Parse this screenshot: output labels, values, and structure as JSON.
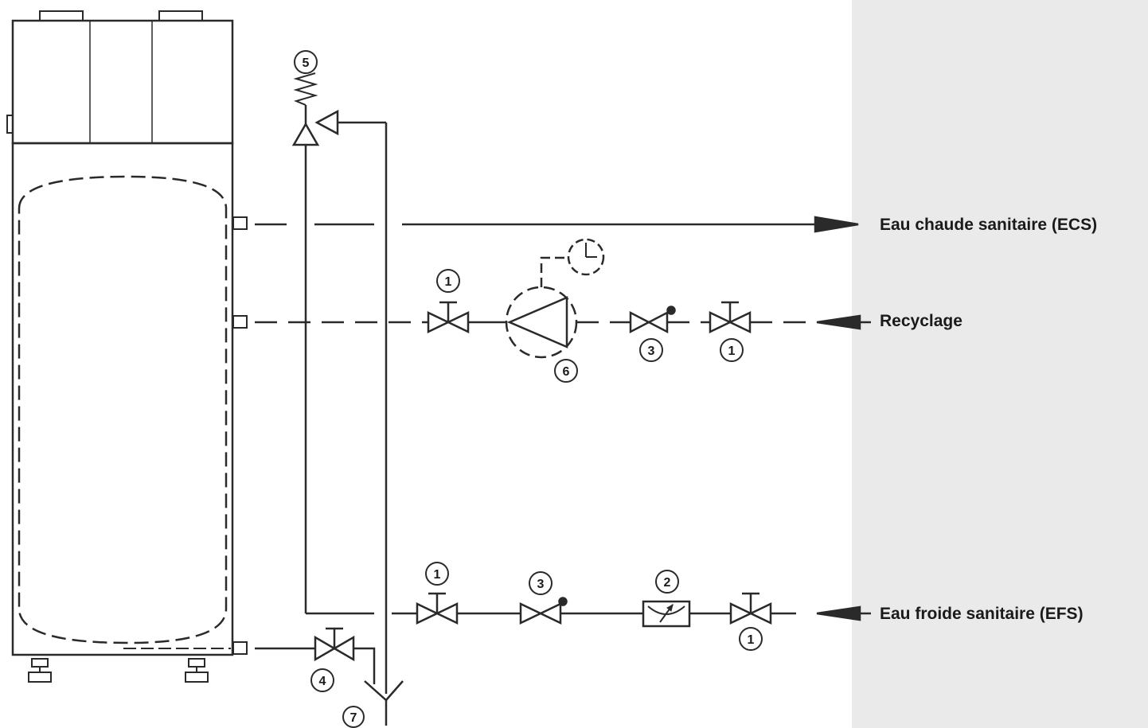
{
  "colors": {
    "line": "#2a2a2a",
    "panel": "#e9eae9",
    "background": "#ffffff"
  },
  "labels": {
    "ecs": "Eau chaude sanitaire (ECS)",
    "recyclage": "Recyclage",
    "efs": "Eau froide sanitaire (EFS)"
  },
  "markers": {
    "m1_recirc_left": "1",
    "m6_pump": "6",
    "m3_recirc": "3",
    "m1_recirc_right": "1",
    "m5_safety": "5",
    "m1_cold_left": "1",
    "m3_cold": "3",
    "m2_reducer": "2",
    "m1_cold_right": "1",
    "m4_drain_valve": "4",
    "m7_drain": "7"
  }
}
